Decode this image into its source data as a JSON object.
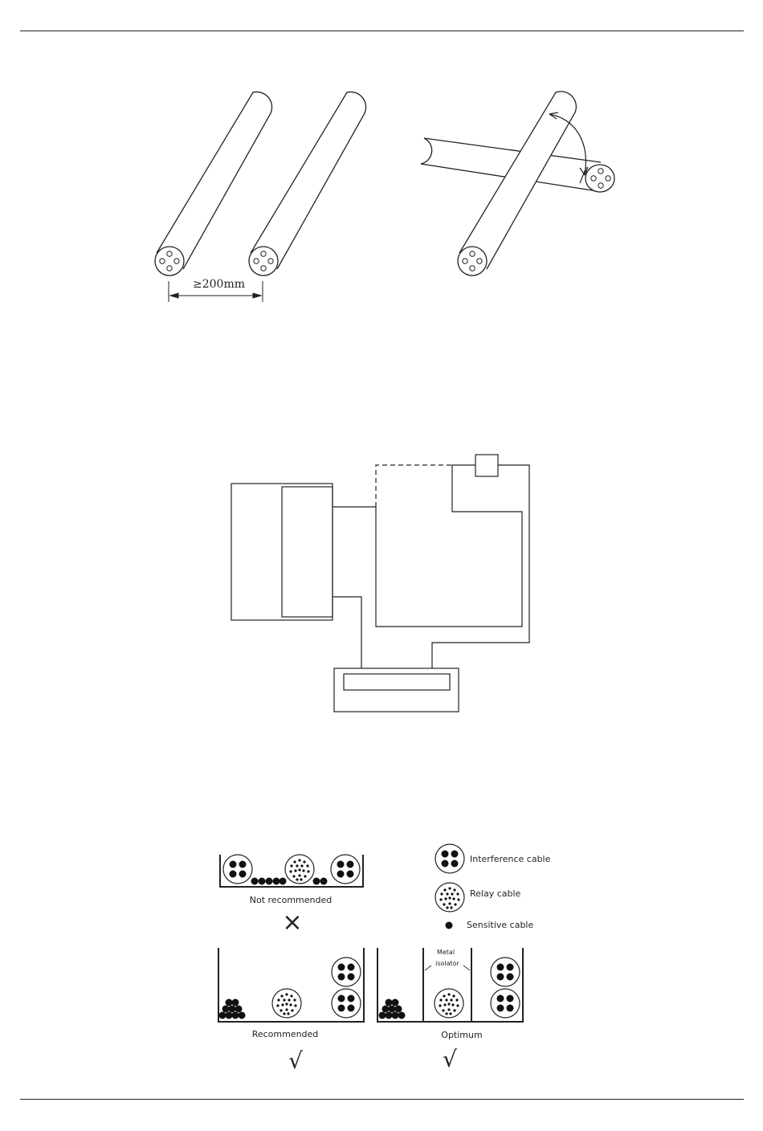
{
  "figure1": {
    "dimension_label": "≥200mm"
  },
  "figure3": {
    "legend": {
      "interference": "Interference cable",
      "relay": "Relay cable",
      "sensitive": "Sensitive cable"
    },
    "labels": {
      "not_recommended": "Not recommended",
      "recommended": "Recommended",
      "optimum": "Optimum",
      "metal": "Metal",
      "isolator": "isolator"
    },
    "marks": {
      "cross": "×",
      "check": "√"
    }
  }
}
